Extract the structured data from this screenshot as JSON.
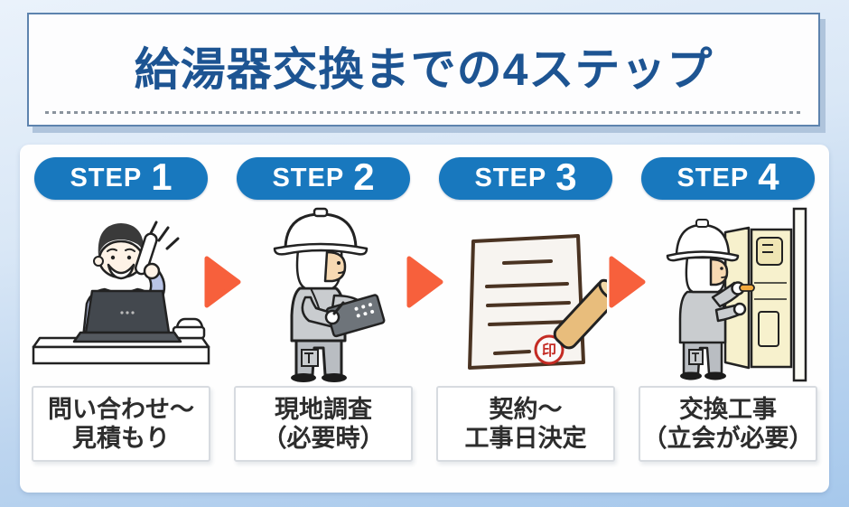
{
  "header": {
    "title": "給湯器交換までの4ステップ",
    "title_color": "#1d5492",
    "border_color": "#5d83ae"
  },
  "colors": {
    "step_badge_blue": "#1878be",
    "arrow_orange": "#f7603c",
    "label_text": "#2d2d2d",
    "background_blue": "#a6c8ec"
  },
  "steps": [
    {
      "badge_prefix": "STEP",
      "badge_number": "1",
      "label_line1": "問い合わせ〜",
      "label_line2": "見積もり",
      "illustration": "phone-inquiry-illustration"
    },
    {
      "badge_prefix": "STEP",
      "badge_number": "2",
      "label_line1": "現地調査",
      "label_line2": "（必要時）",
      "illustration": "site-survey-illustration"
    },
    {
      "badge_prefix": "STEP",
      "badge_number": "3",
      "label_line1": "契約〜",
      "label_line2": "工事日決定",
      "illustration": "contract-stamp-illustration"
    },
    {
      "badge_prefix": "STEP",
      "badge_number": "4",
      "label_line1": "交換工事",
      "label_line2": "（立会が必要）",
      "illustration": "replacement-work-illustration"
    }
  ],
  "contract_stamp_char": "印"
}
